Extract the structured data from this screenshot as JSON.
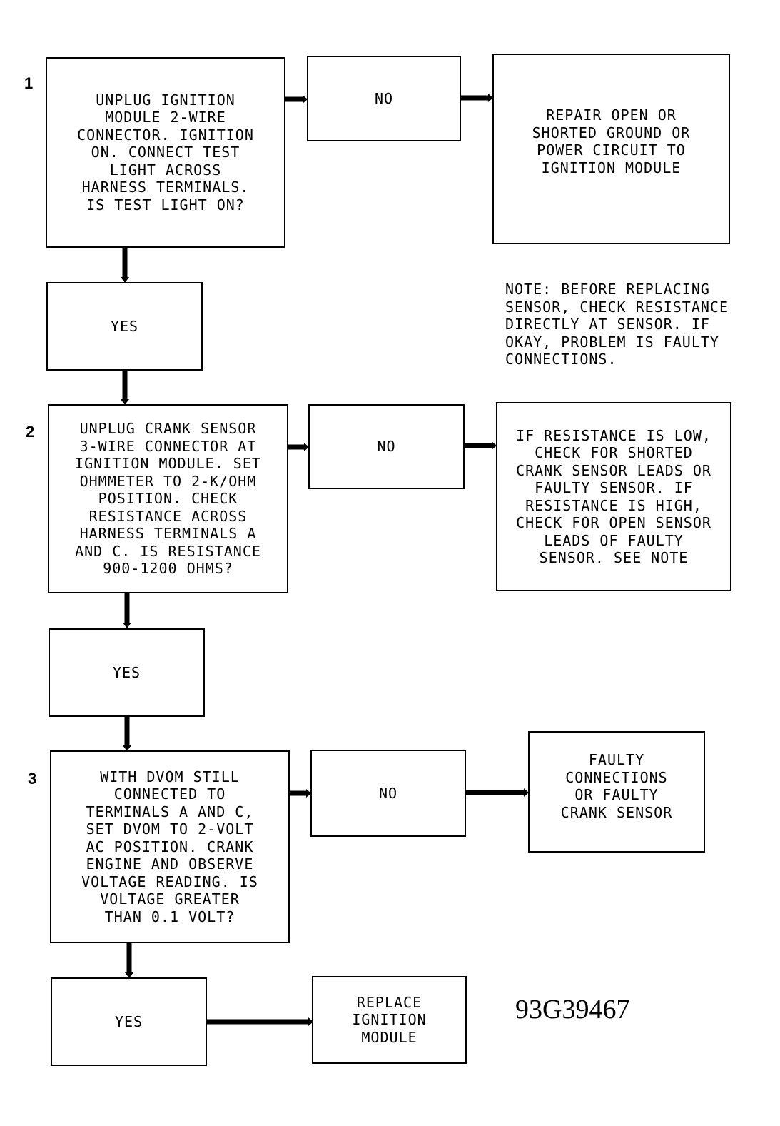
{
  "steps": {
    "step1": {
      "number": "1",
      "question": "UNPLUG IGNITION\nMODULE 2-WIRE\nCONNECTOR. IGNITION\nON. CONNECT TEST\nLIGHT ACROSS\nHARNESS TERMINALS.\nIS TEST LIGHT ON?",
      "no_label": "NO",
      "no_result": "REPAIR OPEN OR\nSHORTED GROUND OR\nPOWER CIRCUIT TO\nIGNITION MODULE",
      "yes_label": "YES"
    },
    "step2": {
      "number": "2",
      "question": "UNPLUG CRANK SENSOR\n3-WIRE CONNECTOR AT\nIGNITION MODULE. SET\nOHMMETER TO 2-K/OHM\nPOSITION. CHECK\nRESISTANCE ACROSS\nHARNESS TERMINALS A\nAND C. IS RESISTANCE\n900-1200 OHMS?",
      "no_label": "NO",
      "no_result": "IF RESISTANCE IS LOW,\nCHECK FOR SHORTED\nCRANK SENSOR LEADS OR\nFAULTY SENSOR. IF\nRESISTANCE IS HIGH,\nCHECK FOR OPEN SENSOR\nLEADS OF FAULTY\nSENSOR. SEE NOTE",
      "yes_label": "YES"
    },
    "step3": {
      "number": "3",
      "question": "WITH DVOM STILL\nCONNECTED TO\nTERMINALS A AND C,\nSET DVOM TO 2-VOLT\nAC POSITION. CRANK\nENGINE AND OBSERVE\nVOLTAGE READING. IS\nVOLTAGE GREATER\nTHAN 0.1 VOLT?",
      "no_label": "NO",
      "no_result": "FAULTY\nCONNECTIONS\nOR FAULTY\nCRANK SENSOR",
      "yes_label": "YES",
      "yes_result": "REPLACE\nIGNITION\nMODULE"
    }
  },
  "note": "NOTE: BEFORE REPLACING\nSENSOR, CHECK RESISTANCE\nDIRECTLY AT SENSOR. IF\nOKAY, PROBLEM IS FAULTY\nCONNECTIONS.",
  "figure_code": "93G39467"
}
